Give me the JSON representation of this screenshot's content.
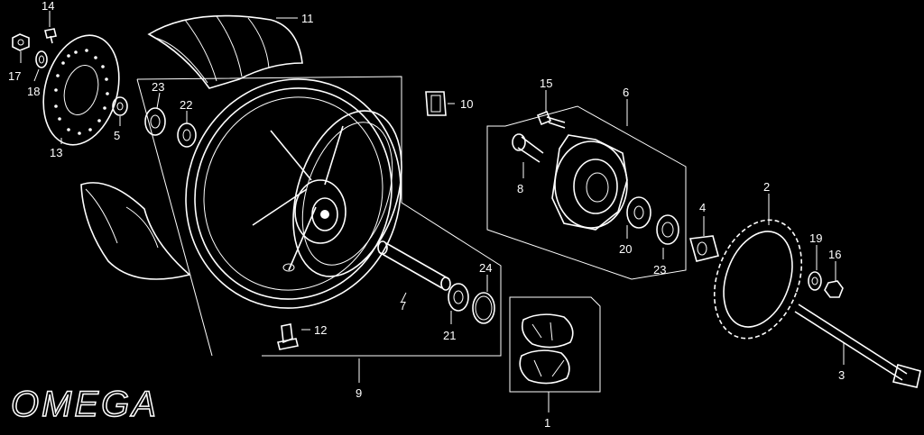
{
  "logo": {
    "text": "OMEGA"
  },
  "callouts": [
    {
      "id": "1",
      "label": "1"
    },
    {
      "id": "2",
      "label": "2"
    },
    {
      "id": "3",
      "label": "3"
    },
    {
      "id": "4",
      "label": "4"
    },
    {
      "id": "5",
      "label": "5"
    },
    {
      "id": "6",
      "label": "6"
    },
    {
      "id": "7",
      "label": "7"
    },
    {
      "id": "8",
      "label": "8"
    },
    {
      "id": "9",
      "label": "9"
    },
    {
      "id": "10",
      "label": "10"
    },
    {
      "id": "11",
      "label": "11"
    },
    {
      "id": "12",
      "label": "12"
    },
    {
      "id": "13",
      "label": "13"
    },
    {
      "id": "14",
      "label": "14"
    },
    {
      "id": "15",
      "label": "15"
    },
    {
      "id": "16",
      "label": "16"
    },
    {
      "id": "17",
      "label": "17"
    },
    {
      "id": "18",
      "label": "18"
    },
    {
      "id": "19",
      "label": "19"
    },
    {
      "id": "20",
      "label": "20"
    },
    {
      "id": "21",
      "label": "21"
    },
    {
      "id": "22",
      "label": "22"
    },
    {
      "id": "23a",
      "label": "23"
    },
    {
      "id": "23b",
      "label": "23"
    },
    {
      "id": "24",
      "label": "24"
    }
  ],
  "colors": {
    "background": "#000000",
    "ink": "#ffffff"
  }
}
